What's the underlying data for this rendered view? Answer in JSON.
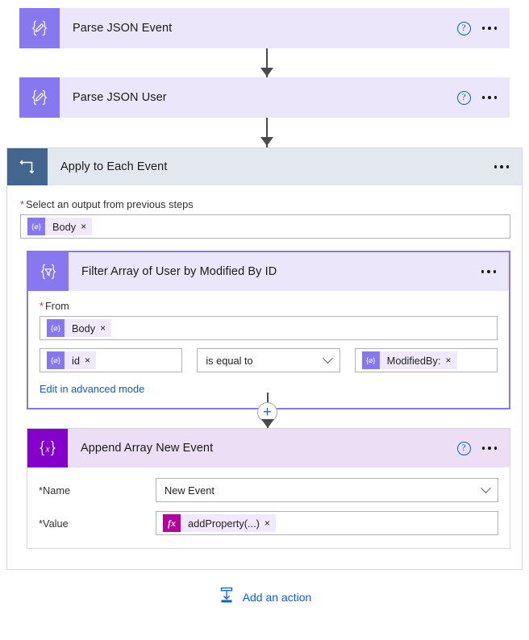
{
  "flow": {
    "steps": [
      {
        "id": "parse-json-event",
        "title": "Parse JSON Event",
        "icon": "parse-json-icon",
        "icon_glyph": "{⊘}",
        "has_help": true,
        "has_menu": true
      },
      {
        "id": "parse-json-user",
        "title": "Parse JSON User",
        "icon": "parse-json-icon",
        "icon_glyph": "{⊘}",
        "has_help": true,
        "has_menu": true
      }
    ],
    "scope": {
      "title": "Apply to Each Event",
      "icon": "loop-icon",
      "has_menu": true,
      "output_field": {
        "label": "Select an output from previous steps",
        "required": true,
        "token": {
          "text": "Body",
          "icon": "dynamic-content-icon",
          "remove": "×"
        }
      },
      "filter_card": {
        "title": "Filter Array of User by Modified By ID",
        "icon": "filter-array-icon",
        "has_menu": true,
        "selected": true,
        "from_field": {
          "label": "From",
          "required": true,
          "token": {
            "text": "Body",
            "icon": "dynamic-content-icon",
            "remove": "×"
          }
        },
        "condition": {
          "left": {
            "text": "id",
            "icon": "dynamic-content-icon",
            "remove": "×"
          },
          "operator": "is equal to",
          "right": {
            "text": "ModifiedBy:",
            "icon": "dynamic-content-icon",
            "remove": "×"
          }
        },
        "advanced_link": "Edit in advanced mode"
      },
      "insert_button": {
        "label": "+",
        "name": "insert-new-step-button"
      },
      "append_card": {
        "title": "Append Array New Event",
        "icon": "compose-variable-icon",
        "has_help": true,
        "has_menu": true,
        "fields": [
          {
            "label": "Name",
            "required": true,
            "type": "select",
            "value": "New Event"
          },
          {
            "label": "Value",
            "required": true,
            "type": "token",
            "token": {
              "text": "addProperty(...)",
              "icon": "function-icon",
              "icon_glyph": "fx",
              "remove": "×"
            }
          }
        ]
      }
    },
    "footer": {
      "add_action_label": "Add an action",
      "add_action_icon": "add-action-icon"
    }
  },
  "colors": {
    "token_purple": "#8878f0",
    "card_lavender": "#ebe6fa",
    "scope_header": "#e3e8ee",
    "scope_icon": "#42668d",
    "append_icon": "#8400cb",
    "append_header": "#ecdff5",
    "fx_magenta": "#b4009e",
    "link_blue": "#0b5cd5",
    "required_red": "#c4314b"
  }
}
